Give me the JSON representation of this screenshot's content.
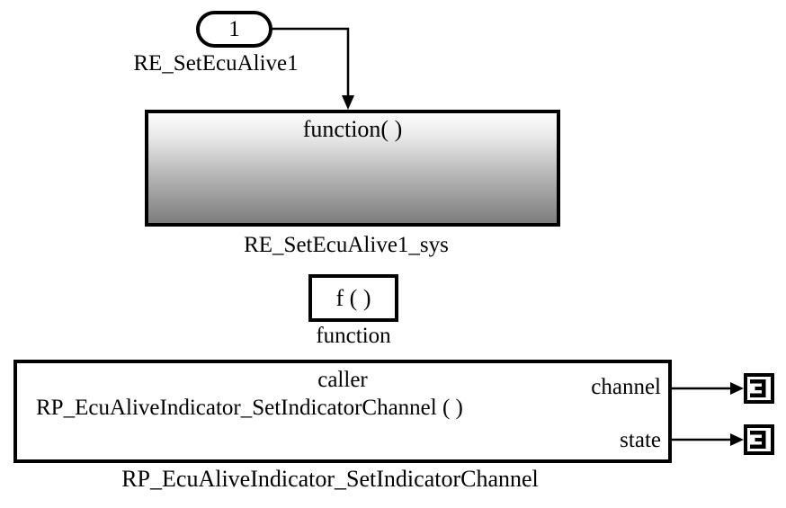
{
  "canvas": {
    "background": "#ffffff",
    "line_color": "#000000",
    "subsystem_gradient_top": "#fdfdfd",
    "subsystem_gradient_bottom": "#7d7d7d"
  },
  "inport": {
    "port_number": "1",
    "name": "RE_SetEcuAlive1"
  },
  "subsystem": {
    "header_text": "function( )",
    "name": "RE_SetEcuAlive1_sys"
  },
  "function_block": {
    "text": "f ( )",
    "name": "function"
  },
  "caller_block": {
    "type_label": "caller",
    "signature": "RP_EcuAliveIndicator_SetIndicatorChannel ( )",
    "name": "RP_EcuAliveIndicator_SetIndicatorChannel",
    "output_ports": [
      {
        "label": "channel"
      },
      {
        "label": "state"
      }
    ]
  },
  "terminators": [
    {
      "icon": "terminator-icon"
    },
    {
      "icon": "terminator-icon"
    }
  ]
}
